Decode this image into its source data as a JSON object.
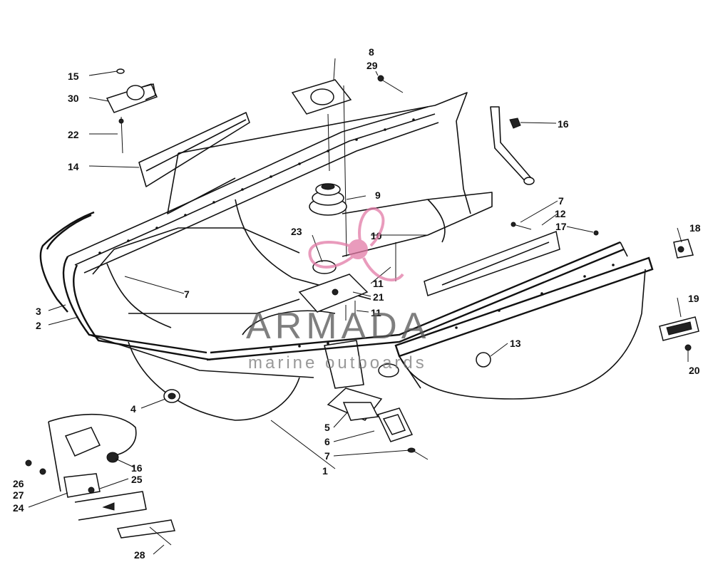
{
  "watermark": {
    "brand": "ARMADA",
    "tagline": "marine outboards",
    "logo_color": "#e27aa6"
  },
  "callouts": [
    {
      "id": "c1",
      "text": "1"
    },
    {
      "id": "c2",
      "text": "2"
    },
    {
      "id": "c3",
      "text": "3"
    },
    {
      "id": "c4",
      "text": "4"
    },
    {
      "id": "c5",
      "text": "5"
    },
    {
      "id": "c6",
      "text": "6"
    },
    {
      "id": "c7a",
      "text": "7"
    },
    {
      "id": "c7b",
      "text": "7"
    },
    {
      "id": "c7c",
      "text": "7"
    },
    {
      "id": "c8",
      "text": "8"
    },
    {
      "id": "c9",
      "text": "9"
    },
    {
      "id": "c10",
      "text": "10"
    },
    {
      "id": "c11a",
      "text": "11"
    },
    {
      "id": "c11b",
      "text": "11"
    },
    {
      "id": "c12",
      "text": "12"
    },
    {
      "id": "c13",
      "text": "13"
    },
    {
      "id": "c14",
      "text": "14"
    },
    {
      "id": "c15",
      "text": "15"
    },
    {
      "id": "c16a",
      "text": "16"
    },
    {
      "id": "c16b",
      "text": "16"
    },
    {
      "id": "c17",
      "text": "17"
    },
    {
      "id": "c18",
      "text": "18"
    },
    {
      "id": "c19",
      "text": "19"
    },
    {
      "id": "c20",
      "text": "20"
    },
    {
      "id": "c21",
      "text": "21"
    },
    {
      "id": "c22",
      "text": "22"
    },
    {
      "id": "c23",
      "text": "23"
    },
    {
      "id": "c24",
      "text": "24"
    },
    {
      "id": "c25",
      "text": "25"
    },
    {
      "id": "c26",
      "text": "26"
    },
    {
      "id": "c27",
      "text": "27"
    },
    {
      "id": "c28",
      "text": "28"
    },
    {
      "id": "c29",
      "text": "29"
    },
    {
      "id": "c30",
      "text": "30"
    }
  ]
}
